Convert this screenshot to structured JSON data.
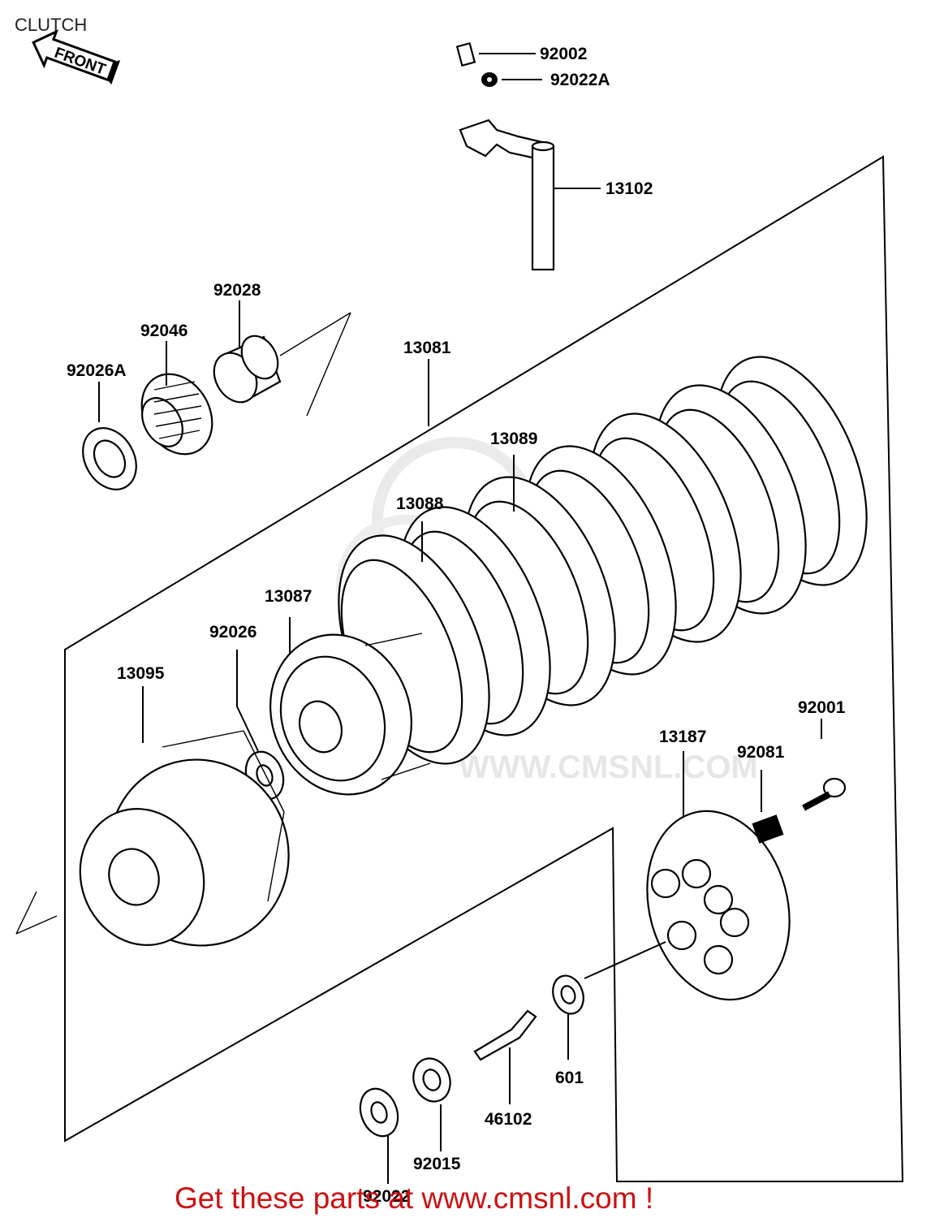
{
  "header": {
    "title": "CLUTCH",
    "front_label": "FRONT"
  },
  "watermark": {
    "text": "WWW.CMSNL.COM"
  },
  "footer": {
    "promo": "Get these parts at www.cmsnl.com !"
  },
  "parts": [
    {
      "id": "92002",
      "label": "92002"
    },
    {
      "id": "92022A",
      "label": "92022A"
    },
    {
      "id": "13102",
      "label": "13102"
    },
    {
      "id": "92028",
      "label": "92028"
    },
    {
      "id": "92046",
      "label": "92046"
    },
    {
      "id": "92026A",
      "label": "92026A"
    },
    {
      "id": "13081",
      "label": "13081"
    },
    {
      "id": "13089",
      "label": "13089"
    },
    {
      "id": "13088",
      "label": "13088"
    },
    {
      "id": "13087",
      "label": "13087"
    },
    {
      "id": "92026",
      "label": "92026"
    },
    {
      "id": "13095",
      "label": "13095"
    },
    {
      "id": "92001",
      "label": "92001"
    },
    {
      "id": "13187",
      "label": "13187"
    },
    {
      "id": "92081",
      "label": "92081"
    },
    {
      "id": "601",
      "label": "601"
    },
    {
      "id": "46102",
      "label": "46102"
    },
    {
      "id": "92015",
      "label": "92015"
    },
    {
      "id": "92022",
      "label": "92022"
    }
  ]
}
